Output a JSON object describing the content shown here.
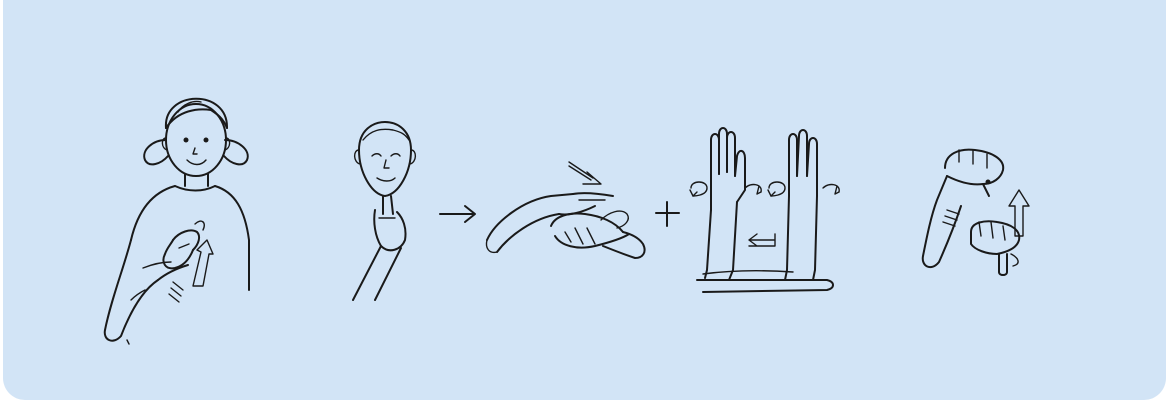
{
  "illustration": {
    "background_color": "#d2e4f6",
    "line_color": "#1a1a1a",
    "panels": [
      {
        "name": "girl-signing-figure"
      },
      {
        "name": "index-finger-to-chin-sign"
      },
      {
        "name": "arrow-right"
      },
      {
        "name": "hand-brushing-palm-sign"
      },
      {
        "name": "plus"
      },
      {
        "name": "raised-arms-twist-sign"
      },
      {
        "name": "stacked-fists-sign"
      }
    ]
  }
}
